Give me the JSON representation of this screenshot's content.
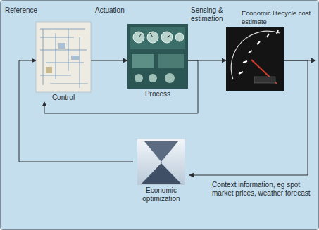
{
  "diagram": {
    "nodes": [
      {
        "text": [
          "Control"
        ]
      },
      {
        "text": [
          "Process"
        ]
      },
      {
        "text": [
          "Economic lifecycle cost estimate"
        ]
      },
      {
        "text": [
          "Economic optimization"
        ]
      }
    ],
    "edges": [
      {
        "from": 0,
        "to": 1,
        "label": "Actuation",
        "arrow": "to"
      },
      {
        "from": 1,
        "to": 2,
        "label": "Sensing & estimation",
        "arrow": "to"
      },
      {
        "from": 1,
        "to": 0,
        "arrow": "to"
      },
      {
        "from": 2,
        "to": 3,
        "arrow": "to"
      },
      {
        "from": 3,
        "to": 0,
        "label": "Reference",
        "arrow": "to"
      }
    ],
    "labels": [
      "Context information, eg spot market prices, weather forecast"
    ]
  }
}
